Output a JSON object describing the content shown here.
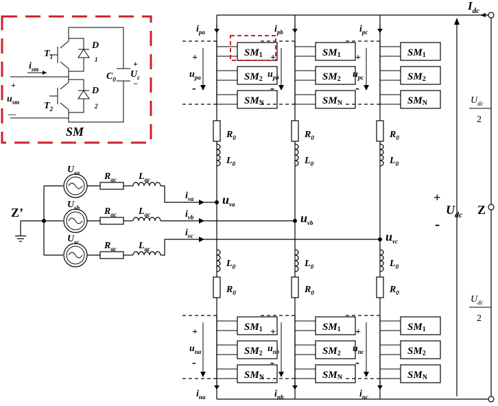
{
  "colors": {
    "wire": "#000000",
    "highlight": "#cc1f2a"
  },
  "inset": {
    "title": "SM",
    "t1": "T",
    "t1_sub": "1",
    "t2": "T",
    "t2_sub": "2",
    "d1": "D",
    "d1_sub": "1",
    "d2": "D",
    "d2_sub": "2",
    "cap": "C",
    "cap_sub": "0",
    "uc": "U",
    "uc_sub": "c",
    "ism": "i",
    "ism_sub": "sm",
    "usm": "u",
    "usm_sub": "sm",
    "plus": "+",
    "minus": "—",
    "cap_plus": "+",
    "cap_minus": "−"
  },
  "submodules": {
    "sm": "SM",
    "first": "1",
    "second": "2",
    "last": "N"
  },
  "arm": {
    "r": "R",
    "r_sub": "0",
    "l": "L",
    "l_sub": "0"
  },
  "phases": [
    {
      "ip": "i",
      "ip_sub": "pa",
      "up": "u",
      "up_sub": "pa",
      "uv": "u",
      "uv_sub": "va",
      "iv": "i",
      "iv_sub": "va",
      "un": "u",
      "un_sub": "na",
      "in": "i",
      "in_sub": "na",
      "us": "U",
      "us_sub": "sa"
    },
    {
      "ip": "i",
      "ip_sub": "pb",
      "up": "u",
      "up_sub": "pb",
      "uv": "u",
      "uv_sub": "vb",
      "iv": "i",
      "iv_sub": "vb",
      "un": "u",
      "un_sub": "nb",
      "in": "i",
      "in_sub": "nb",
      "us": "U",
      "us_sub": "sb"
    },
    {
      "ip": "i",
      "ip_sub": "pc",
      "up": "u",
      "up_sub": "pc",
      "uv": "u",
      "uv_sub": "vc",
      "iv": "i",
      "iv_sub": "vc",
      "un": "u",
      "un_sub": "nc",
      "in": "i",
      "in_sub": "nc",
      "us": "U",
      "us_sub": "sc"
    }
  ],
  "ac": {
    "r": "R",
    "r_sub": "ac",
    "l": "L",
    "l_sub": "ac"
  },
  "polarity": {
    "plus": "+",
    "minus": "-"
  },
  "dc": {
    "idc": "I",
    "idc_sub": "dc",
    "udc": "U",
    "udc_sub": "dc",
    "half_num": "U",
    "half_num_sub": "dc",
    "half_den": "2",
    "z": "Z",
    "zp": "Z’"
  }
}
